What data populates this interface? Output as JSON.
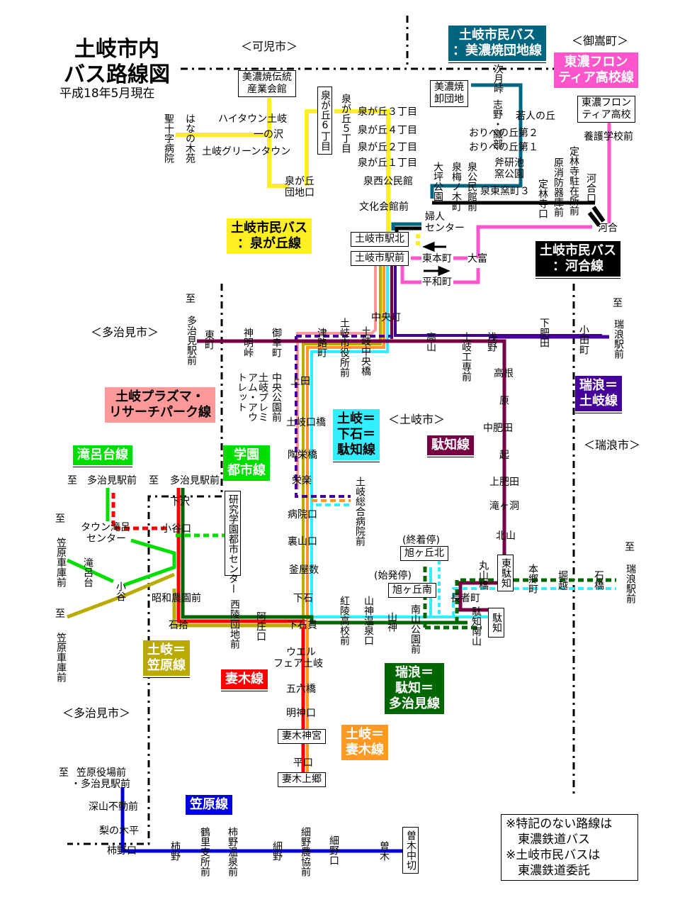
{
  "title": {
    "line1": "土岐市内",
    "line2": "バス路線図",
    "date": "平成18年5月現在"
  },
  "cities": {
    "kani": "＜可児市＞",
    "mitake": "＜御嵩町＞",
    "tajimi_upper": "＜多治見市＞",
    "toki": "＜土岐市＞",
    "mizunami": "＜瑞浪市＞",
    "tajimi_lower": "＜多治見市＞"
  },
  "colors": {
    "izumigaoka": "#ffee22",
    "minoyaki": "#006680",
    "kawai": "#000000",
    "frontier": "#ff55cc",
    "plasma": "#ff9999",
    "toki_shimoishi_dachi": "#33eeff",
    "dachi": "#770044",
    "mizunami_toki": "#440099",
    "takirodai": "#00dd00",
    "gakuen": "#00dd00",
    "toki_kasahara": "#bbaa00",
    "tsumagi": "#ff0000",
    "toki_tsumagi": "#ff9922",
    "mizunami_dachi_tajimi": "#006600",
    "kasahara": "#0000dd"
  },
  "route_badges": {
    "minoyaki": [
      "土岐市民バス",
      "：美濃焼団地線"
    ],
    "frontier": [
      "東濃フロン",
      "ティア高校線"
    ],
    "izumigaoka": [
      "土岐市民バス",
      "：泉が丘線"
    ],
    "kawai": [
      "土岐市民バス",
      "：河合線"
    ],
    "plasma": [
      "土岐プラズマ・",
      "リサーチパーク線"
    ],
    "toki_shimoishi_dachi": [
      "土岐＝",
      "下石＝",
      "駄知線"
    ],
    "dachi": [
      "駄知線"
    ],
    "mizunami_toki": [
      "瑞浪＝",
      "土岐線"
    ],
    "takirodai": [
      "滝呂台線"
    ],
    "gakuen": [
      "学園",
      "都市線"
    ],
    "toki_kasahara": [
      "土岐＝",
      "笠原線"
    ],
    "tsumagi": [
      "妻木線"
    ],
    "mizunami_dachi_tajimi": [
      "瑞浪＝",
      "駄知＝",
      "多治見線"
    ],
    "toki_tsumagi": [
      "土岐＝",
      "妻木線"
    ],
    "kasahara": [
      "笠原線"
    ]
  },
  "boxed_stops": {
    "minoyaki_dento": [
      "美濃焼伝統",
      "産業会館"
    ],
    "izumigaoka6": "泉が丘6丁目",
    "minoyaki_oroshi": [
      "美濃焼",
      "卸団地"
    ],
    "frontier_school": [
      "東濃フロン",
      "ティア高校"
    ],
    "toki_eki_kita": "土岐市駅北",
    "toki_eki_mae": "土岐市駅前",
    "kenkyu": "研究学園都市センター",
    "asahigaoka_kita": "旭ヶ丘北",
    "asahigaoka_minami": "旭ヶ丘南",
    "higashi_dachi": "東駄知",
    "dachi": "駄知",
    "tsumagi_jingu": "妻木神宮",
    "tsumagi_kamigo": "妻木上郷",
    "sogi_nakagiri": "曽木中切"
  },
  "stops": {
    "seijuji": "聖十字病院",
    "hananoki": "はなの木苑",
    "hightown": "ハイタウン土岐",
    "ichinosawa": "一の沢",
    "greentown": "土岐グリーンタウン",
    "izumigaoka_danchi": [
      "泉が丘",
      "団地口"
    ],
    "izumigaoka5": "泉が丘５丁目",
    "izumigaoka3": "泉が丘３丁目",
    "izumigaoka4": "泉が丘４丁目",
    "izumigaoka2": "泉が丘２丁目",
    "izumigaoka1": "泉が丘１丁目",
    "izumi_nishi": "泉西公民館",
    "bunka": "文化会館前",
    "tsukiyoshi": "次月峠",
    "shino_oribe": "志野・織部",
    "wakato": "若人の丘",
    "oribe2": "おりべの丘第２",
    "oribe1": "おりべの丘第１",
    "fuken": [
      "斧研池",
      "窯公園"
    ],
    "izumi_higashi": "泉東窯町３",
    "otsubo": "大坪公園",
    "umenoki": "泉梅ノ木町",
    "izumi_kominkan": "泉公民館前",
    "jorinji": "定林寺口",
    "shobo": "原消防器庫前",
    "jorinji_chuzai": "定林寺駐在所前",
    "kawai_guchi": "河合口",
    "yogo": "養護学校前",
    "kawai": "河合",
    "fujin": [
      "婦人",
      "センター"
    ],
    "higashimoto": "東本町",
    "omiya": "大富",
    "heiwa": "平和町",
    "chuo": "中央町",
    "to_tajimi": "至",
    "tajimi_eki": "多治見駅前",
    "higashi": "東町",
    "shinmei": "神明峠",
    "miyuki": "御幸町",
    "tsuji": "津路町",
    "shiyakusho": "土岐市役所前",
    "chuo_bashi": "土岐中央橋",
    "takayama": "高山",
    "koku": "土岐工専前",
    "asano": "浅野",
    "shimohida": "下肥田",
    "koda": "小田町",
    "to_mizunami": "至",
    "mizunami_eki": "瑞浪駅前",
    "premium": "土岐プレミアム・アウトレット",
    "chuo_koen": "中央公園前",
    "ueda": "上田",
    "tokiguchi": "土岐口橋",
    "toei": "陶栄橋",
    "eiraku": "栄楽",
    "sogo": "土岐総合病院前",
    "byoin": "病院口",
    "urayama": "裏山口",
    "kamaya": "釜屋数",
    "shimoishi": "下石",
    "shimoishi_nuki": "下石貫",
    "koryo": "紅陵高校前",
    "yamagami_onsen": "山神温泉口",
    "yamagami": "山神",
    "minamiyama": "南山公園前",
    "terminal_note": "(終着停)",
    "start_note": "(始発停)",
    "choja": "長者町",
    "dachi_minami": "駄知南山",
    "maruyama": "丸山橋",
    "hongo": "本郷町",
    "horikoshi": "堀越",
    "ishibashi": "石橋",
    "to_mizunami2": "至",
    "mizunami_eki2": "瑞浪駅前",
    "takane": "高根",
    "hara": "原",
    "nakahida": "中肥田",
    "oki": "起",
    "kamihida": "上肥田",
    "takigahora": "滝ヶ洞",
    "kitayama": "北山",
    "to1": "至",
    "tajimi_eki2": "多治見駅前",
    "to2": "至",
    "tajimi_eki3": "多治見駅前",
    "shimozawa": "下沢",
    "kotaniguchi": "小谷口",
    "town_takiro": [
      "タウン滝呂",
      "センター"
    ],
    "to_kasahara1": "至",
    "kasahara_shako1": "笠原車庫前",
    "takirodai_stop": "滝呂台",
    "kotani": "小谷",
    "to_kasahara2": "至",
    "kasahara_shako2": "笠原車庫前",
    "showa": "昭和農園前",
    "ishihiroi": "石拾",
    "nishiryo": "西陵団地前",
    "asho": "阿庄口",
    "wel": [
      "ウエル",
      "フェア土岐"
    ],
    "goroku": "五六橋",
    "myojin": "明神口",
    "taira": "平口",
    "to_kasahara3": "至",
    "kasahara_yakuba": [
      "笠原役場前",
      "・多治見駅前"
    ],
    "fukayama": "深山不動前",
    "nashinoki": "梨の木平",
    "kakinoguchi": "柿野口",
    "kakino": "柿野",
    "tsurusato": "鶴里支所前",
    "kakino_onsen": "柿野温泉前",
    "hosono": "細野",
    "hosono_nokyo": "細野農協前",
    "hosonoguchi": "細野口",
    "sogi": "曽木"
  },
  "notes": [
    "※特記のない路線は",
    "　東濃鉄道バス",
    "※土岐市民バスは",
    "　東濃鉄道委託"
  ]
}
